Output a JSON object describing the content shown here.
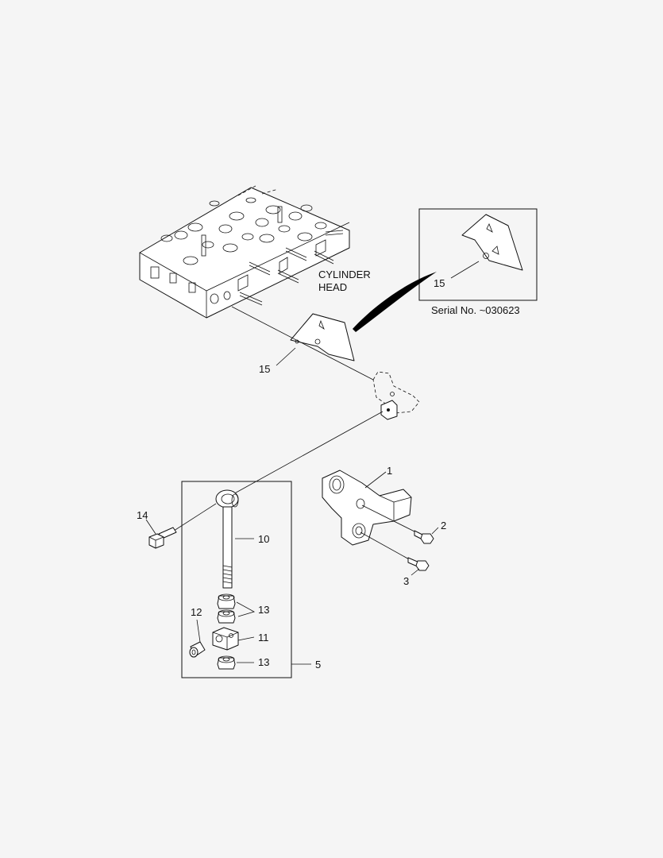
{
  "labels": {
    "cylinder_head_line1": "CYLINDER",
    "cylinder_head_line2": "HEAD",
    "serial_note": "Serial No. ~030623",
    "part_1": "1",
    "part_2": "2",
    "part_3": "3",
    "part_5": "5",
    "part_10": "10",
    "part_11": "11",
    "part_12": "12",
    "part_13a": "13",
    "part_13b": "13",
    "part_14": "14",
    "part_15_main": "15",
    "part_15_inset": "15"
  }
}
